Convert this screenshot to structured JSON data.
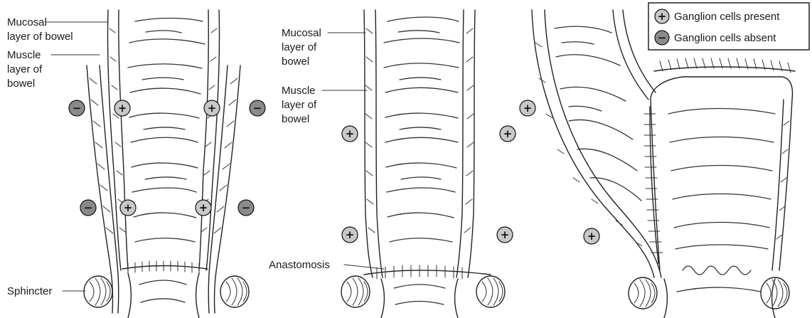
{
  "legend": {
    "present": {
      "symbol": "+",
      "label": "Ganglion cells present"
    },
    "absent": {
      "symbol": "−",
      "label": "Ganglion cells absent"
    }
  },
  "labels": {
    "mucosal_1": "Mucosal",
    "mucosal_2": "layer of bowel",
    "muscle_1": "Muscle",
    "muscle_2": "layer of",
    "muscle_3": "bowel",
    "sphincter": "Sphincter",
    "mid_mucosal_1": "Mucosal",
    "mid_mucosal_2": "layer of",
    "mid_mucosal_3": "bowel",
    "mid_muscle_1": "Muscle",
    "mid_muscle_2": "layer of",
    "mid_muscle_3": "bowel",
    "anastomosis": "Anastomosis"
  },
  "colors": {
    "marker_present_fill": "#c8c8c8",
    "marker_absent_fill": "#8a8a8a",
    "line": "#222222"
  }
}
